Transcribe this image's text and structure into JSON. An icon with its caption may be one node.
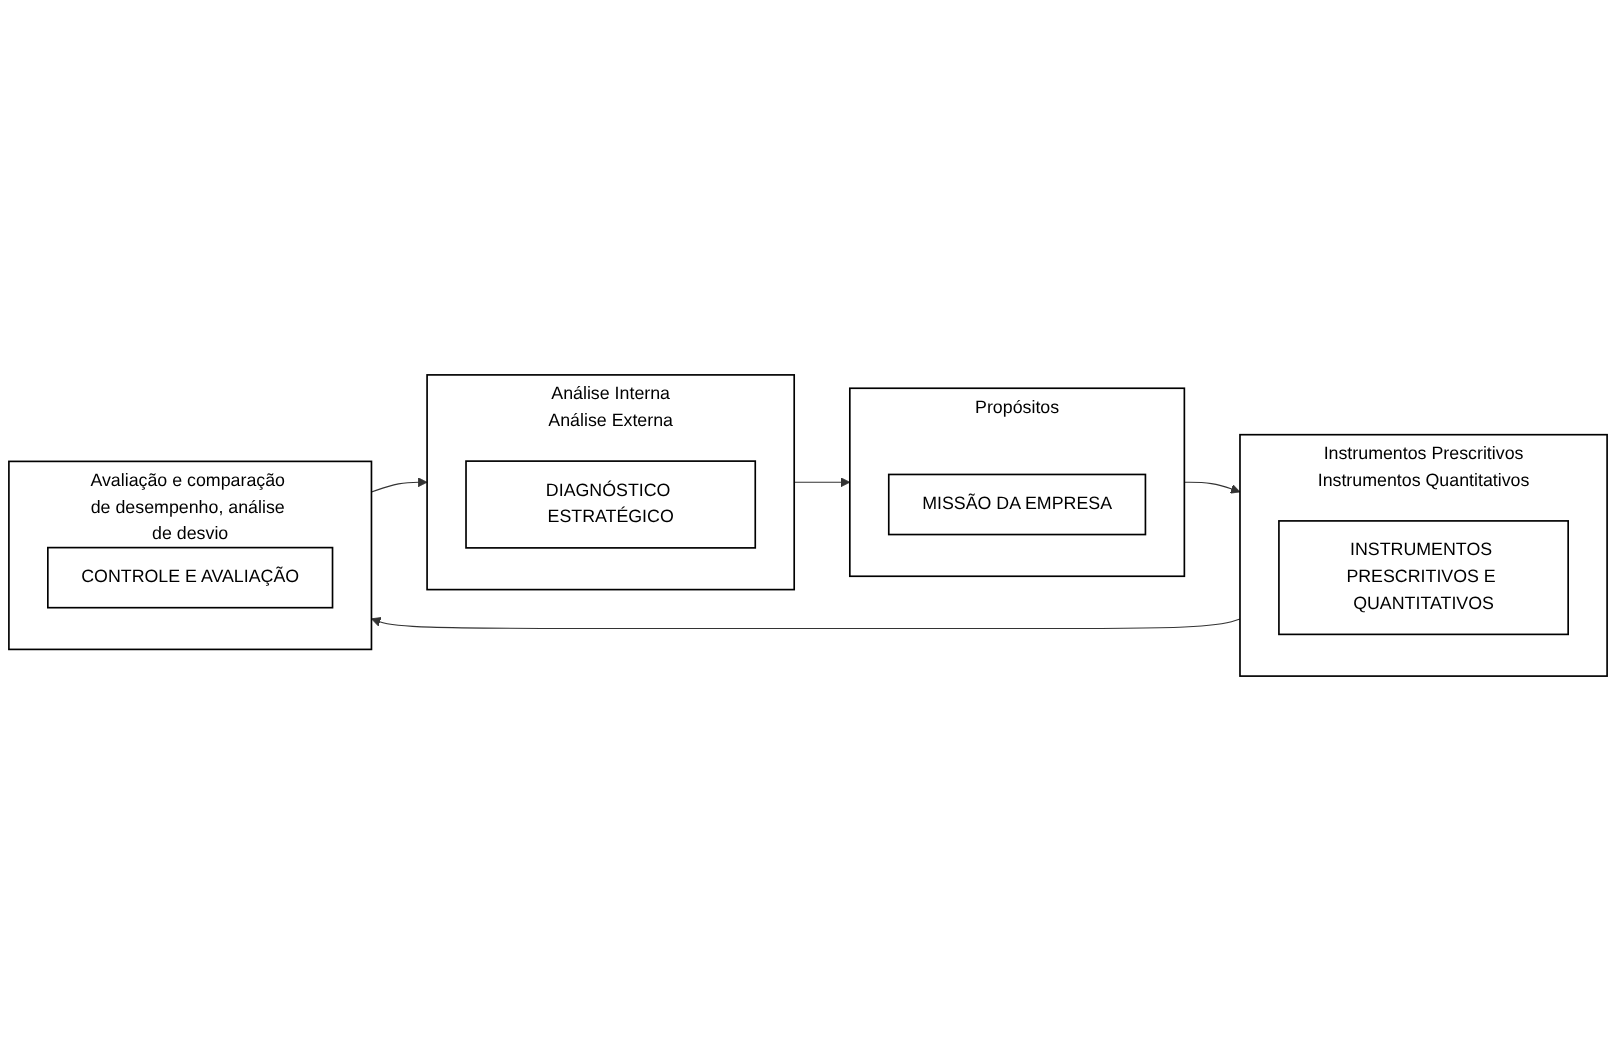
{
  "diagram": {
    "nodes": [
      {
        "text": [
          "Análise Interna",
          "Análise Externa"
        ]
      },
      {
        "text": [
          "DIAGNÓSTICO ESTRATÉGICO"
        ],
        "in": 0
      },
      {
        "text": [
          "Propósitos"
        ]
      },
      {
        "text": [
          "MISSÃO DA EMPRESA"
        ],
        "in": 2
      },
      {
        "text": [
          "Instrumentos Prescritivos",
          "Instrumentos Quantitativos"
        ]
      },
      {
        "text": [
          "INSTRUMENTOS PRESCRITIVOS E QUANTITATIVOS"
        ],
        "in": 4
      },
      {
        "text": [
          "Avaliação e comparação de desempenho, análise de desvio"
        ]
      },
      {
        "text": [
          "CONTROLE E AVALIAÇÃO"
        ],
        "in": 6
      }
    ],
    "edges": [
      {
        "from": 0,
        "to": 2,
        "arrow": "to"
      },
      {
        "from": 2,
        "to": 4,
        "arrow": "to"
      },
      {
        "from": 4,
        "to": 6,
        "arrow": "to"
      },
      {
        "from": 6,
        "to": 0,
        "arrow": "to"
      }
    ]
  }
}
